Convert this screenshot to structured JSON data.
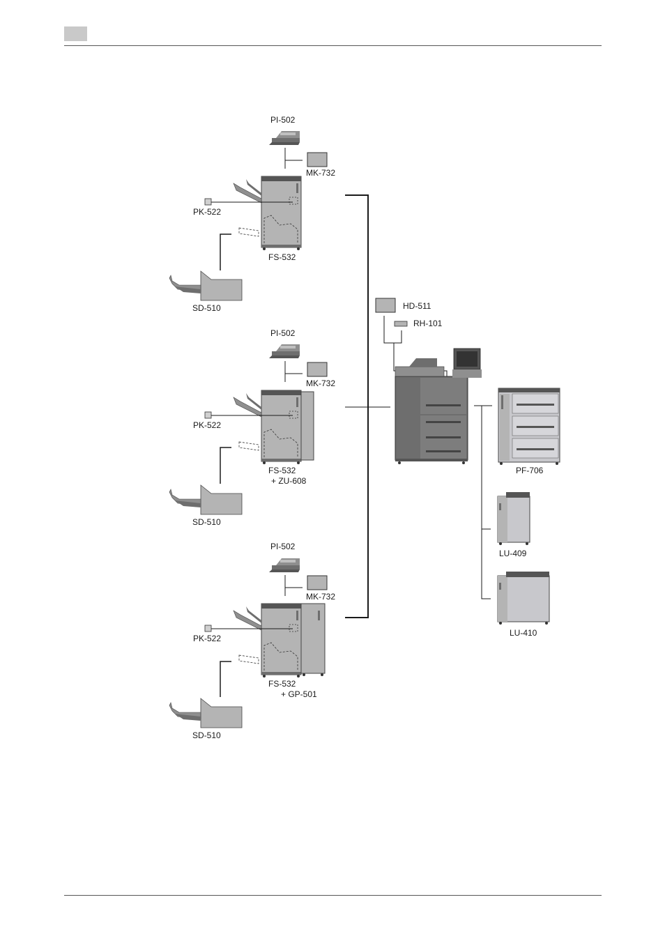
{
  "header": {
    "tab_color": "#c9c9c9"
  },
  "labels": {
    "pi502": "PI-502",
    "mk732": "MK-732",
    "pk522": "PK-522",
    "fs532": "FS-532",
    "sd510": "SD-510",
    "zu608": "+ ZU-608",
    "gp501": "+ GP-501",
    "hd511": "HD-511",
    "rh101": "RH-101",
    "pf706": "PF-706",
    "lu409": "LU-409",
    "lu410": "LU-410"
  },
  "colors": {
    "body_dark": "#6e6e6e",
    "body_mid": "#8f8f8f",
    "body_light": "#b4b4b4",
    "panel_light": "#c8c8cc",
    "line": "#1a1a1a"
  }
}
